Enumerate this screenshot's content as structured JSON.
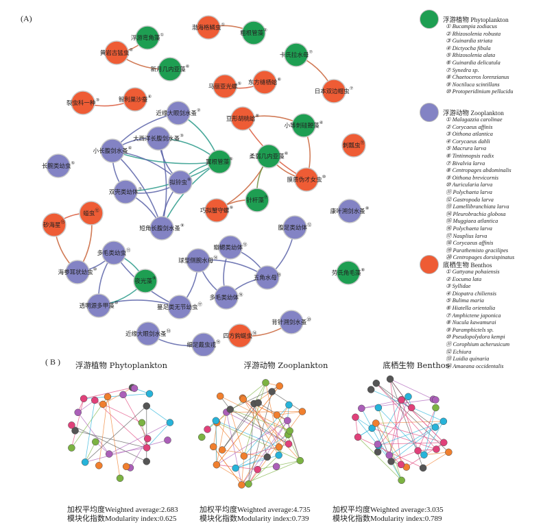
{
  "panel_a_label": "(A)",
  "panel_b_label": "( B )",
  "colors": {
    "phyto": "#1e9e52",
    "zoo": "#8383c4",
    "benthos": "#ee5c35"
  },
  "legend": [
    {
      "key": "phyto",
      "title": "浮游植物 Phytoplankton",
      "items": [
        "① Bucampia zodiacus",
        "② Rhizosolenia robusta",
        "③ Guinardia striata",
        "④ Dictyocha fibula",
        "⑤ Rhizosolenia alata",
        "⑥ Guinardia delicatula",
        "⑦ Synedra sp.",
        "⑧ Chaetoceros lorenzianus",
        "⑨ Noctiluca scintillans",
        "⑩ Protoperidinium pellucidu"
      ]
    },
    {
      "key": "zoo",
      "title": "浮游动物 Zooplankton",
      "items": [
        "① Malagazzia carolinae",
        "② Corycaeus affinis",
        "③ Oithona atlantica",
        "④ Corycaeus dahli",
        "⑤ Macrura larva",
        "⑥ Tintinnopsis radix",
        "⑦ Bivalvia larva",
        "⑧ Centropages abdominalis",
        "⑨ Oithona brevicornis",
        "⑩ Auricularia larva",
        "⑪ Polychaeta larva",
        "⑫ Gastropoda larva",
        "⑬ Lamellibranchiata larva",
        "⑭ Pleurobrachia globosa",
        "⑮ Muggiaea atlantica",
        "⑯ Polychaeta larva",
        "⑰ Nauplius larva",
        "⑱ Corycaeus affinis",
        "⑲ Parathemisto gracilipes",
        "⑳ Centropages dorsispinatus"
      ]
    },
    {
      "key": "benthos",
      "title": "底栖生物 Benthos",
      "items": [
        "① Gattyana pohaiensis",
        "② Eocuma lata",
        "③ Syllidae",
        "④ Diopatra chiliensis",
        "⑤ Bulima maria",
        "⑥ Hiatella orientalia",
        "⑦ Amphictene japonica",
        "⑧ Nucula kawamurai",
        "⑨ Paramphictels sp.",
        "⑩ Pseudopolydora kempi",
        "⑪ Corophium acherusicum",
        "⑫ Echiura",
        "⑬ Luidia quinaria",
        "⑭ Amaeana occidentalis"
      ]
    }
  ],
  "network_a": {
    "nodes": [
      {
        "id": "p1",
        "g": "phyto",
        "label": "浮游弯角藻",
        "sup": "①"
      },
      {
        "id": "p2",
        "g": "phyto",
        "label": "粗根管藻",
        "sup": "②"
      },
      {
        "id": "p3",
        "g": "phyto",
        "label": "新月几内亚藻",
        "sup": "⑥"
      },
      {
        "id": "p4",
        "g": "phyto",
        "label": "卡氏拉水母",
        "sup": "⑦"
      },
      {
        "id": "p5",
        "g": "phyto",
        "label": "小等刺硅鞭藻",
        "sup": "④"
      },
      {
        "id": "p6",
        "g": "phyto",
        "label": "柔弱几内亚藻",
        "sup": "⑥"
      },
      {
        "id": "p7",
        "g": "phyto",
        "label": "翼根管藻",
        "sup": "⑤"
      },
      {
        "id": "p8",
        "g": "phyto",
        "label": "针杆藻",
        "sup": "⑦"
      },
      {
        "id": "p9",
        "g": "phyto",
        "label": "夜光藻",
        "sup": "⑨"
      },
      {
        "id": "p10",
        "g": "phyto",
        "label": "劳氏角毛藻",
        "sup": "⑧"
      },
      {
        "id": "b1",
        "g": "benthos",
        "label": "渤海格鳞虫",
        "sup": "①"
      },
      {
        "id": "b2",
        "g": "benthos",
        "label": "黄岩古猛虫",
        "sup": "②"
      },
      {
        "id": "b3",
        "g": "benthos",
        "label": "马丽亚光螺",
        "sup": "⑤"
      },
      {
        "id": "b4",
        "g": "benthos",
        "label": "东方缝栖蛤",
        "sup": "⑥"
      },
      {
        "id": "b5",
        "g": "benthos",
        "label": "日本双边帽虫",
        "sup": "⑦"
      },
      {
        "id": "b6",
        "g": "benthos",
        "label": "智利巢沙蚕",
        "sup": "④"
      },
      {
        "id": "b7",
        "g": "benthos",
        "label": "裂虫科一种",
        "sup": "③"
      },
      {
        "id": "b8",
        "g": "benthos",
        "label": "豆形胡桃蛤",
        "sup": "⑧"
      },
      {
        "id": "b9",
        "g": "benthos",
        "label": "膜质伪才女虫",
        "sup": "⑩"
      },
      {
        "id": "b10",
        "g": "benthos",
        "label": "巧拟蟹守螺",
        "sup": "⑨"
      },
      {
        "id": "b11",
        "g": "benthos",
        "label": "螠虫",
        "sup": "⑫"
      },
      {
        "id": "b12",
        "g": "benthos",
        "label": "砂海星",
        "sup": "⑬"
      },
      {
        "id": "b13",
        "g": "benthos",
        "label": "四方鈎蜒虫",
        "sup": "⑭"
      },
      {
        "id": "b14",
        "g": "benthos",
        "label": "刺瓢虫",
        "sup": "⑪"
      },
      {
        "id": "z1",
        "g": "zoo",
        "label": "近缘大眼剑水蚤",
        "sup": "②"
      },
      {
        "id": "z2",
        "g": "zoo",
        "label": "大西洋长腹剑水蚤",
        "sup": "③"
      },
      {
        "id": "z3",
        "g": "zoo",
        "label": "小长腹剑水蚤",
        "sup": "④"
      },
      {
        "id": "z4",
        "g": "zoo",
        "label": "长腕类幼虫",
        "sup": "⑤"
      },
      {
        "id": "z5",
        "g": "zoo",
        "label": "拟铃虫",
        "sup": "⑥"
      },
      {
        "id": "z6",
        "g": "zoo",
        "label": "双壳类幼体",
        "sup": "⑦"
      },
      {
        "id": "z7",
        "g": "zoo",
        "label": "短角长腹剑水蚤",
        "sup": "⑨"
      },
      {
        "id": "z8",
        "g": "zoo",
        "label": "康叶溯剑水蚤",
        "sup": "⑧"
      },
      {
        "id": "z9",
        "g": "zoo",
        "label": "腹足类幼体",
        "sup": "⑫"
      },
      {
        "id": "z10",
        "g": "zoo",
        "label": "多毛类幼虫",
        "sup": "⑪"
      },
      {
        "id": "z11",
        "g": "zoo",
        "label": "海参耳状幼虫",
        "sup": "⑩"
      },
      {
        "id": "z12",
        "g": "zoo",
        "label": "球型侧腕水母",
        "sup": "⑭"
      },
      {
        "id": "z13",
        "g": "zoo",
        "label": "瓣鳃类幼体",
        "sup": "⑬"
      },
      {
        "id": "z14",
        "g": "zoo",
        "label": "五角水母",
        "sup": "⑮"
      },
      {
        "id": "z15",
        "g": "zoo",
        "label": "多毛类幼体",
        "sup": "⑯"
      },
      {
        "id": "z16",
        "g": "zoo",
        "label": "透明源多甲藻",
        "sup": "⑩"
      },
      {
        "id": "z17",
        "g": "zoo",
        "label": "蔓足类无节幼虫",
        "sup": "⑰"
      },
      {
        "id": "z18",
        "g": "zoo",
        "label": "背针溯剑水蚤",
        "sup": "⑳"
      },
      {
        "id": "z19",
        "g": "zoo",
        "label": "近缘大眼剑水蚤",
        "sup": "⑱"
      },
      {
        "id": "z20",
        "g": "zoo",
        "label": "细足戴虫戎",
        "sup": "⑲"
      }
    ],
    "edges": [
      [
        "p1",
        "b2"
      ],
      [
        "b2",
        "p3"
      ],
      [
        "b1",
        "p2"
      ],
      [
        "b3",
        "b4"
      ],
      [
        "p4",
        "b5"
      ],
      [
        "b7",
        "b6"
      ],
      [
        "b8",
        "p5"
      ],
      [
        "b8",
        "b9"
      ],
      [
        "p5",
        "b9"
      ],
      [
        "p6",
        "b9"
      ],
      [
        "p6",
        "b10"
      ],
      [
        "p6",
        "p8"
      ],
      [
        "b10",
        "p8"
      ],
      [
        "z1",
        "z3"
      ],
      [
        "z1",
        "p7"
      ],
      [
        "z2",
        "z3"
      ],
      [
        "z2",
        "p7"
      ],
      [
        "z2",
        "z5"
      ],
      [
        "z2",
        "z7"
      ],
      [
        "z3",
        "p7"
      ],
      [
        "z3",
        "z5"
      ],
      [
        "z3",
        "z6"
      ],
      [
        "z3",
        "z7"
      ],
      [
        "p7",
        "z5"
      ],
      [
        "p7",
        "z6"
      ],
      [
        "p7",
        "z7"
      ],
      [
        "z5",
        "z6"
      ],
      [
        "z5",
        "z7"
      ],
      [
        "z6",
        "z7"
      ],
      [
        "b11",
        "b12"
      ],
      [
        "b11",
        "z11"
      ],
      [
        "b12",
        "z11"
      ],
      [
        "z10",
        "z11"
      ],
      [
        "z10",
        "z16"
      ],
      [
        "z10",
        "p9"
      ],
      [
        "z10",
        "z17"
      ],
      [
        "z16",
        "z17"
      ],
      [
        "z16",
        "p9"
      ],
      [
        "z12",
        "z14"
      ],
      [
        "z12",
        "z15"
      ],
      [
        "z13",
        "z14"
      ],
      [
        "z13",
        "z15"
      ],
      [
        "z9",
        "z14"
      ],
      [
        "z14",
        "z15"
      ],
      [
        "z12",
        "z17"
      ],
      [
        "z19",
        "z20"
      ],
      [
        "z18",
        "b13"
      ]
    ]
  },
  "panel_b": [
    {
      "title": "浮游植物 Phytoplankton",
      "stat1": "加权平均度Weighted average:2.683",
      "stat2": "模块化指数Modularity index:0.625"
    },
    {
      "title": "浮游动物 Zooplankton",
      "stat1": "加权平均度Weighted average:4.735",
      "stat2": "模块化指数Modularity index:0.739"
    },
    {
      "title": "底栖生物 Benthos",
      "stat1": "加权平均度Weighted average:3.035",
      "stat2": "模块化指数Modularity index:0.789"
    }
  ]
}
